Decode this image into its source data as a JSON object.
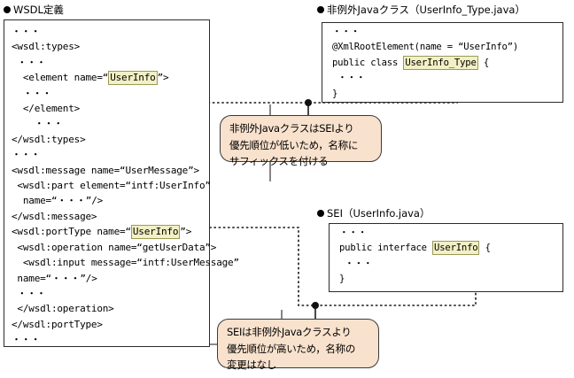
{
  "sections": {
    "wsdl": {
      "heading": "WSDL定義",
      "code_lines": [
        "・・・",
        "<wsdl:types>",
        " ・・・",
        "  <element name=“",
        "  ・・・",
        "  </element>",
        "    ・・・",
        "</wsdl:types>",
        "・・・",
        "<wsdl:message name=“UserMessage”>",
        " <wsdl:part element=“intf:UserInfo”",
        "  name=“・・・”/>",
        "</wsdl:message>",
        "<wsdl:portType name=“",
        " <wsdl:operation name=“getUserData”>",
        "  <wsdl:input message=“intf:UserMessage”",
        " name=“・・・”/>",
        " ・・・",
        " </wsdl:operation>",
        "</wsdl:portType>",
        "・・・"
      ],
      "element_prefix": "  <element name=“",
      "element_highlight": "UserInfo",
      "element_suffix": "”>",
      "porttype_prefix": "<wsdl:portType name=“",
      "porttype_highlight": "UserInfo",
      "porttype_suffix": "”>"
    },
    "java_class": {
      "heading": "非例外Javaクラス（UserInfo_Type.java）",
      "line1": "・・・",
      "line2": "@XmlRootElement(name = “UserInfo”)",
      "line3_prefix": "public class ",
      "line3_highlight": "UserInfo_Type",
      "line3_suffix": " {",
      "line4": " ・・・",
      "line5": "}"
    },
    "sei": {
      "heading": "SEI（UserInfo.java）",
      "line1": "・・・",
      "line2_prefix": "public interface ",
      "line2_highlight": "UserInfo",
      "line2_suffix": " {",
      "line3": " ・・・",
      "line4": "}"
    }
  },
  "callouts": {
    "upper": "非例外JavaクラスはSEIより\n優先順位が低いため，名称に\nサフィックスを付ける",
    "lower": "SEIは非例外Javaクラスより\n優先順位が高いため，名称の\n変更はなし"
  },
  "colors": {
    "highlight_fill": "#f2f0c4",
    "highlight_border": "#9a9a5a",
    "callout_fill": "#f9e2cd",
    "callout_border": "#3a3a3a",
    "panel_border": "#2b2b2b",
    "wire": "#1a1a1a",
    "background": "#ffffff"
  }
}
